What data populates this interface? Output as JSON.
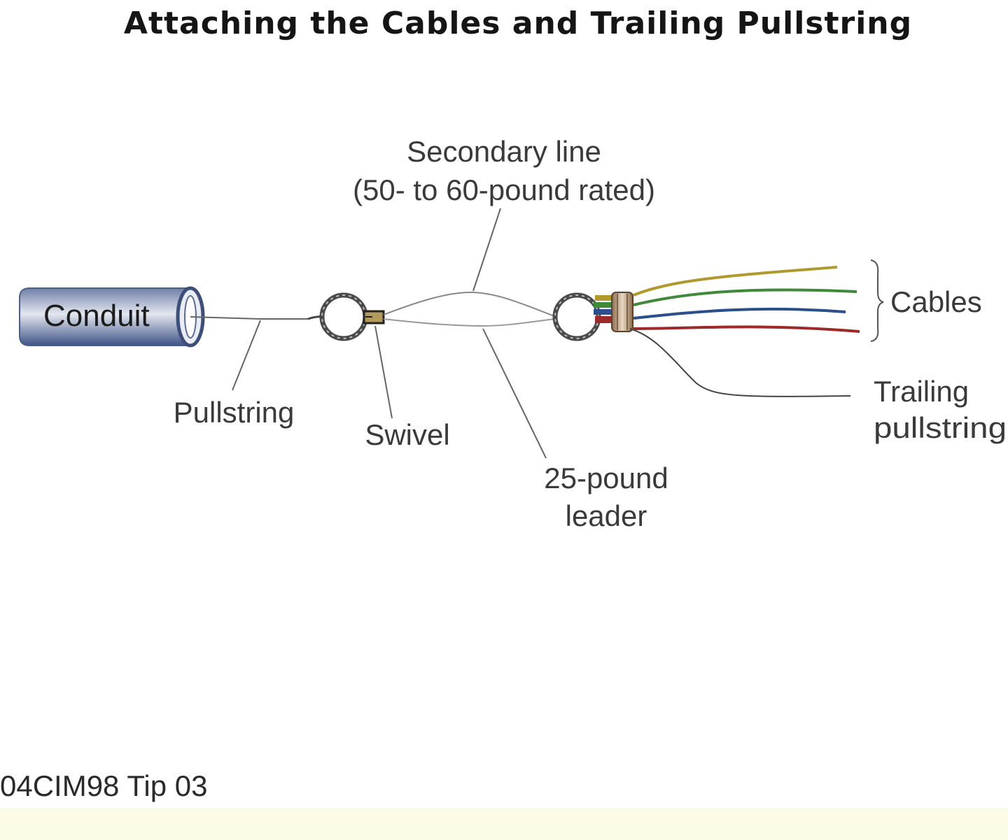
{
  "figure": {
    "title": "Attaching the Cables and Trailing Pullstring",
    "code": "04CIM98 Tip 03"
  },
  "labels": {
    "conduit": "Conduit",
    "secondary_line_1": "Secondary line",
    "secondary_line_2": "(50- to 60-pound rated)",
    "pullstring": "Pullstring",
    "swivel": "Swivel",
    "leader_1": "25-pound",
    "leader_2": "leader",
    "cables": "Cables",
    "trailing_1": "Trailing",
    "trailing_2": "pullstring"
  },
  "cables": [
    {
      "color": "#b09a2e"
    },
    {
      "color": "#3f8a3a"
    },
    {
      "color": "#2a4f8c"
    },
    {
      "color": "#9b2a2a"
    }
  ],
  "colors": {
    "conduit_dark": "#4a5f8a",
    "conduit_light": "#dfe3ef",
    "line": "#555555",
    "footer_band": "#fbfbe6"
  }
}
